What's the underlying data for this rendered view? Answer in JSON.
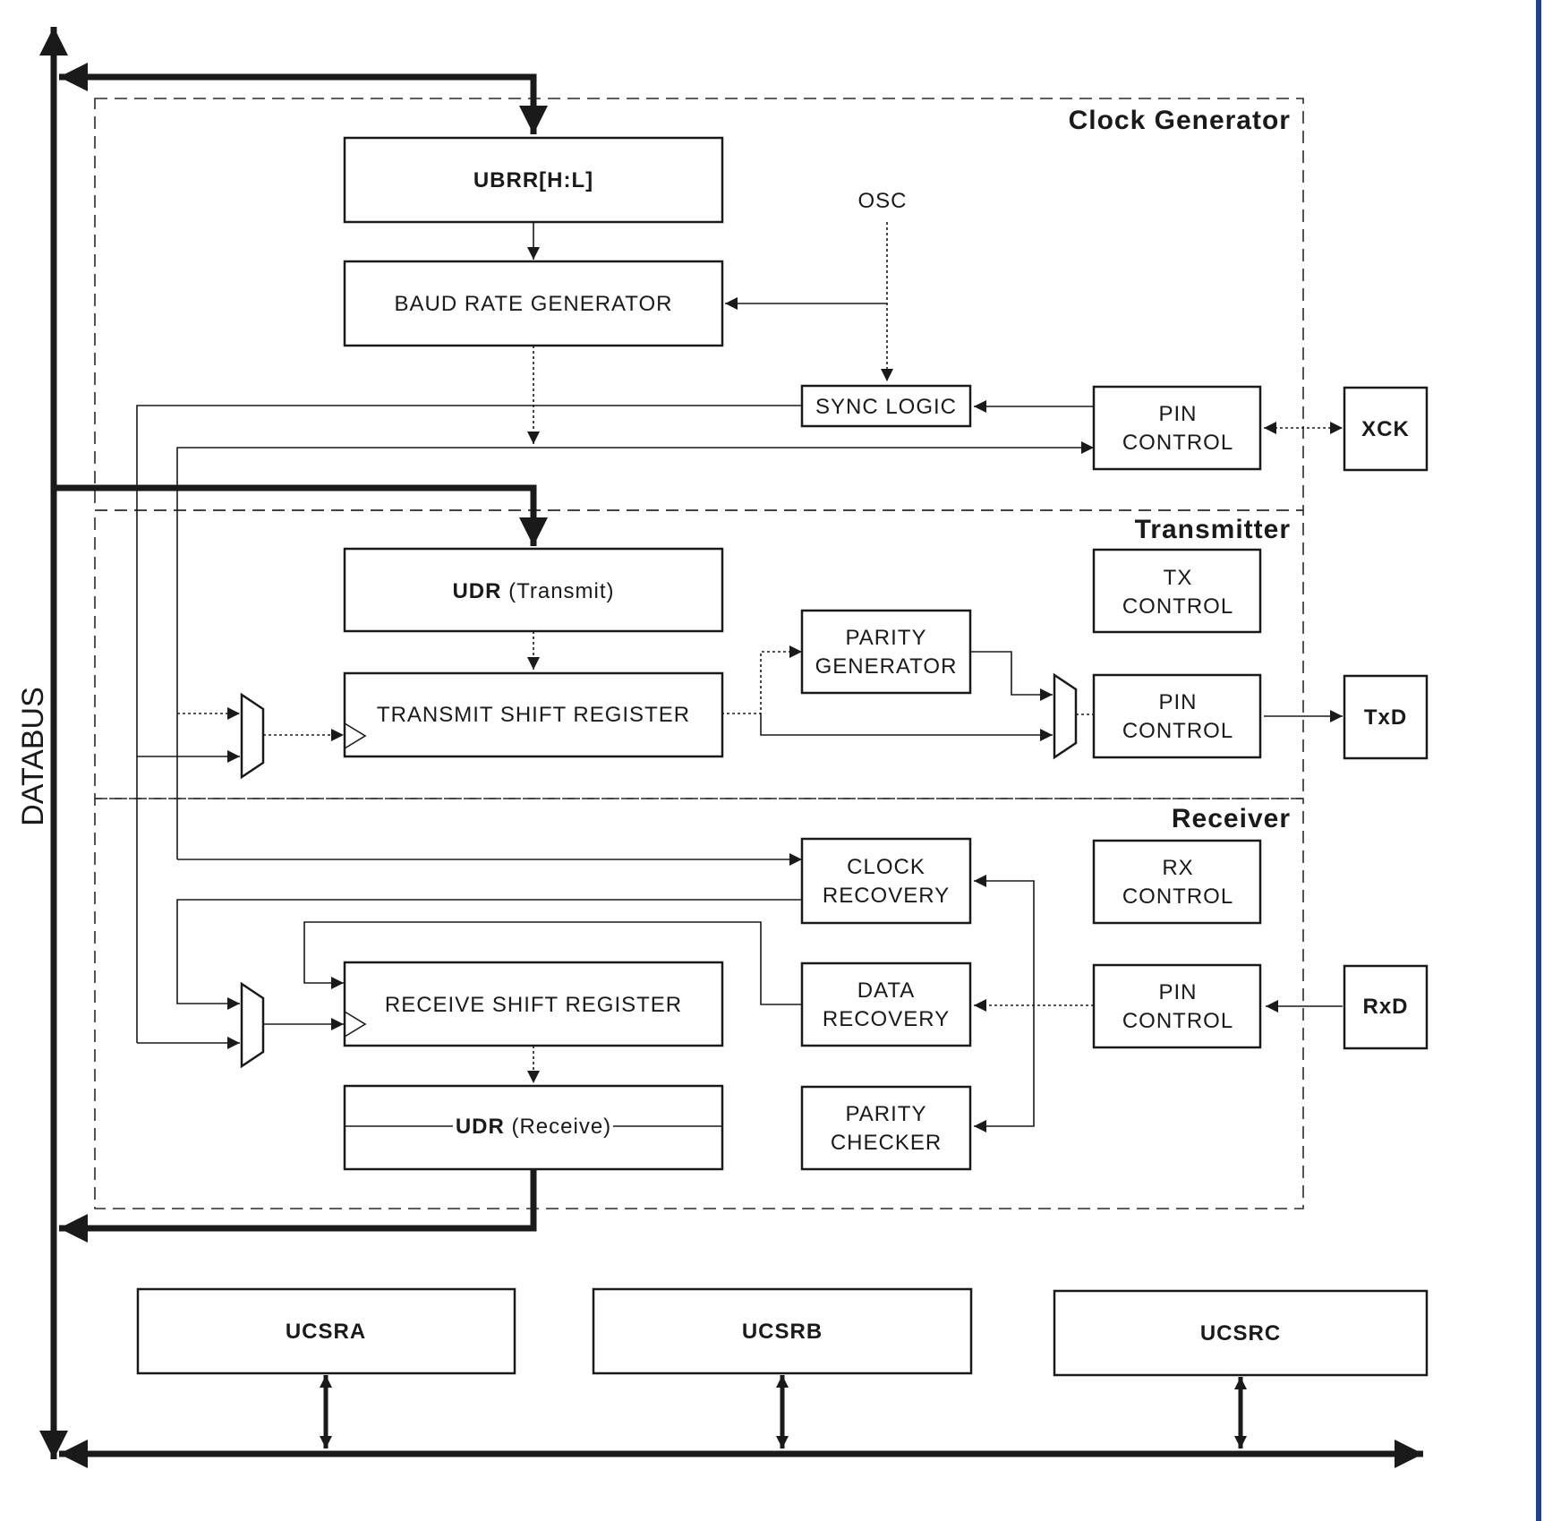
{
  "sections": {
    "clock_generator": "Clock Generator",
    "transmitter": "Transmitter",
    "receiver": "Receiver"
  },
  "databus_label": "DATABUS",
  "osc_label": "OSC",
  "blocks": {
    "ubrr": "UBRR[H:L]",
    "baud_rate_generator": "BAUD RATE GENERATOR",
    "sync_logic": "SYNC LOGIC",
    "pin_control_xck": [
      "PIN",
      "CONTROL"
    ],
    "xck": "XCK",
    "udr_transmit": {
      "name": "UDR",
      "suffix": "(Transmit)"
    },
    "tx_control": [
      "TX",
      "CONTROL"
    ],
    "parity_generator": [
      "PARITY",
      "GENERATOR"
    ],
    "transmit_shift_register": "TRANSMIT SHIFT REGISTER",
    "pin_control_txd": [
      "PIN",
      "CONTROL"
    ],
    "txd": "TxD",
    "clock_recovery": [
      "CLOCK",
      "RECOVERY"
    ],
    "rx_control": [
      "RX",
      "CONTROL"
    ],
    "receive_shift_register": "RECEIVE SHIFT REGISTER",
    "data_recovery": [
      "DATA",
      "RECOVERY"
    ],
    "pin_control_rxd": [
      "PIN",
      "CONTROL"
    ],
    "rxd": "RxD",
    "udr_receive": {
      "name": "UDR",
      "suffix": "(Receive)"
    },
    "parity_checker": [
      "PARITY",
      "CHECKER"
    ],
    "ucsra": "UCSRA",
    "ucsrb": "UCSRB",
    "ucsrc": "UCSRC"
  },
  "colors": {
    "ink": "#1a1a1a",
    "page_border_accent": "#1f3f8f"
  }
}
